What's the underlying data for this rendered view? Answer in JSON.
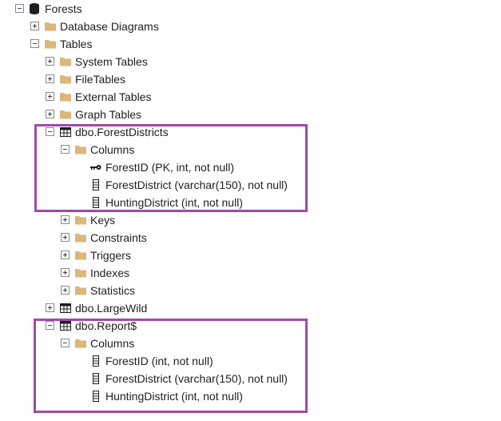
{
  "tree": {
    "database": {
      "label": "Forests",
      "icon": "database-icon",
      "expanded": true
    },
    "nodes": [
      {
        "label": "Database Diagrams",
        "icon": "folder-icon",
        "expanded": false
      },
      {
        "label": "Tables",
        "icon": "folder-icon",
        "expanded": true
      },
      {
        "label": "System Tables",
        "icon": "folder-icon",
        "expanded": false
      },
      {
        "label": "FileTables",
        "icon": "folder-icon",
        "expanded": false
      },
      {
        "label": "External Tables",
        "icon": "folder-icon",
        "expanded": false
      },
      {
        "label": "Graph Tables",
        "icon": "folder-icon",
        "expanded": false
      },
      {
        "label": "dbo.ForestDistricts",
        "icon": "table-icon",
        "expanded": true
      },
      {
        "label": "Columns",
        "icon": "folder-icon",
        "expanded": true
      },
      {
        "label": "ForestID (PK, int, not null)",
        "icon": "primary-key-icon"
      },
      {
        "label": "ForestDistrict (varchar(150), not null)",
        "icon": "column-icon"
      },
      {
        "label": "HuntingDistrict (int, not null)",
        "icon": "column-icon"
      },
      {
        "label": "Keys",
        "icon": "folder-icon",
        "expanded": false
      },
      {
        "label": "Constraints",
        "icon": "folder-icon",
        "expanded": false
      },
      {
        "label": "Triggers",
        "icon": "folder-icon",
        "expanded": false
      },
      {
        "label": "Indexes",
        "icon": "folder-icon",
        "expanded": false
      },
      {
        "label": "Statistics",
        "icon": "folder-icon",
        "expanded": false
      },
      {
        "label": "dbo.LargeWild",
        "icon": "table-icon",
        "expanded": false
      },
      {
        "label": "dbo.Report$",
        "icon": "table-icon",
        "expanded": true
      },
      {
        "label": "Columns",
        "icon": "folder-icon",
        "expanded": true
      },
      {
        "label": "ForestID (int, not null)",
        "icon": "column-icon"
      },
      {
        "label": "ForestDistrict (varchar(150), not null)",
        "icon": "column-icon"
      },
      {
        "label": "HuntingDistrict (int, not null)",
        "icon": "column-icon"
      }
    ]
  },
  "colors": {
    "highlight_border": "#a04aa8",
    "folder": "#dcb67a",
    "text": "#1e1e1e"
  }
}
